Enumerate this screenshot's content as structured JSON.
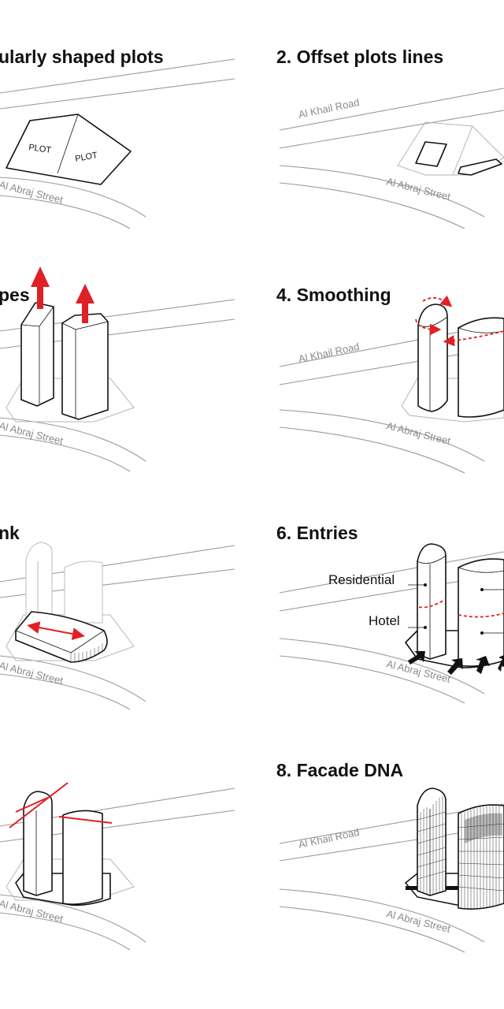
{
  "panels": [
    {
      "title": "ularly shaped plots",
      "road_top": "",
      "road_bottom": "Al Abraj Street",
      "plot_labels": [
        "PLOT",
        "PLOT"
      ]
    },
    {
      "title": "2. Offset plots lines",
      "road_top": "Al Khail Road",
      "road_bottom": "Al Abraj Street"
    },
    {
      "title": "pes",
      "road_top": "",
      "road_bottom": "Al Abraj Street"
    },
    {
      "title": "4. Smoothing",
      "road_top": "Al Khail Road",
      "road_bottom": "Al Abraj Street"
    },
    {
      "title": "nk",
      "road_top": "",
      "road_bottom": "Al Abraj Street"
    },
    {
      "title": "6. Entries",
      "road_top": "",
      "road_bottom": "Al Abraj Street",
      "labels": [
        "Residential",
        "Hotel"
      ]
    },
    {
      "title": "",
      "road_top": "",
      "road_bottom": "Al Abraj Street"
    },
    {
      "title": "8. Facade DNA",
      "road_top": "Al Khail Road",
      "road_bottom": "Al Abraj Street"
    }
  ],
  "colors": {
    "accent_red": "#e11f26",
    "ink": "#111111",
    "road_line": "#9a9a9a"
  },
  "icons": [
    "up-arrow-icon",
    "double-arrow-icon",
    "entry-arrow-icon",
    "curved-dashed-arrow-icon"
  ]
}
